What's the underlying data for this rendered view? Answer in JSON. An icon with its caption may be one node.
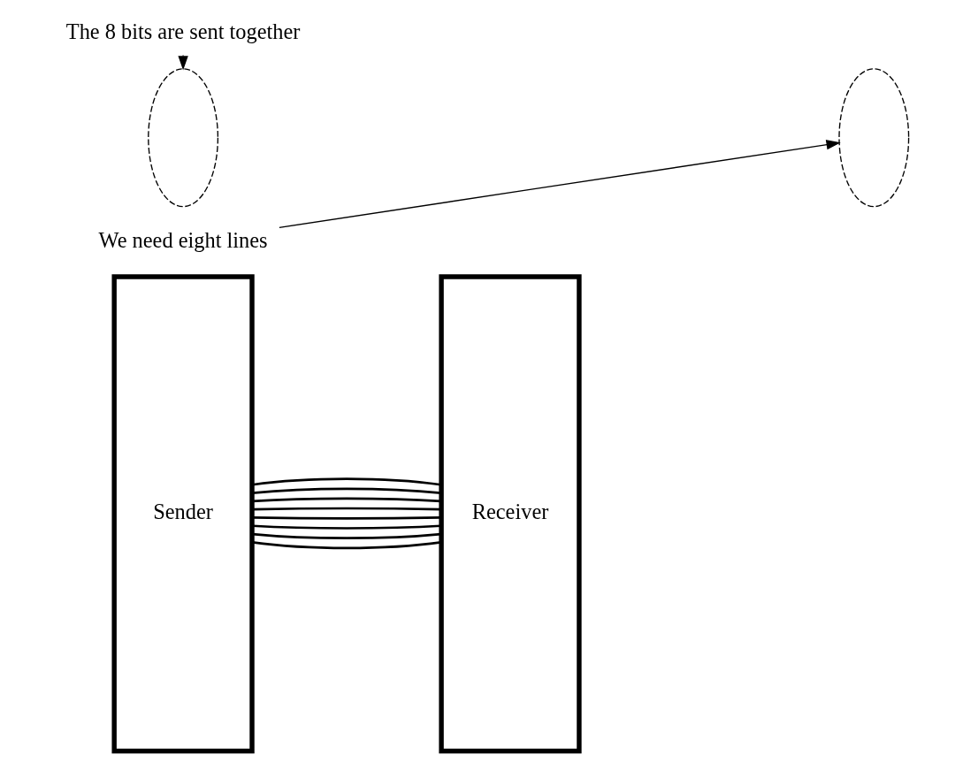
{
  "diagram": {
    "nodes": [
      {
        "text": [
          "Sender"
        ]
      },
      {
        "text": [
          "Receiver"
        ]
      },
      {
        "text": [
          "The 8 bits are sent together"
        ]
      },
      {
        "text": [],
        "shape": "ellipse"
      },
      {
        "text": [
          "We need eight lines"
        ]
      },
      {
        "text": [],
        "shape": "ellipse"
      }
    ],
    "edges": [
      {
        "from": 0,
        "to": 1,
        "arrow": "none"
      },
      {
        "from": 0,
        "to": 1,
        "arrow": "none"
      },
      {
        "from": 0,
        "to": 1,
        "arrow": "none"
      },
      {
        "from": 0,
        "to": 1,
        "arrow": "none"
      },
      {
        "from": 0,
        "to": 1,
        "arrow": "none"
      },
      {
        "from": 0,
        "to": 1,
        "arrow": "none"
      },
      {
        "from": 0,
        "to": 1,
        "arrow": "none"
      },
      {
        "from": 0,
        "to": 1,
        "arrow": "none"
      },
      {
        "from": 2,
        "to": 3,
        "arrow": "to"
      },
      {
        "from": 4,
        "to": 5,
        "arrow": "to"
      }
    ]
  }
}
